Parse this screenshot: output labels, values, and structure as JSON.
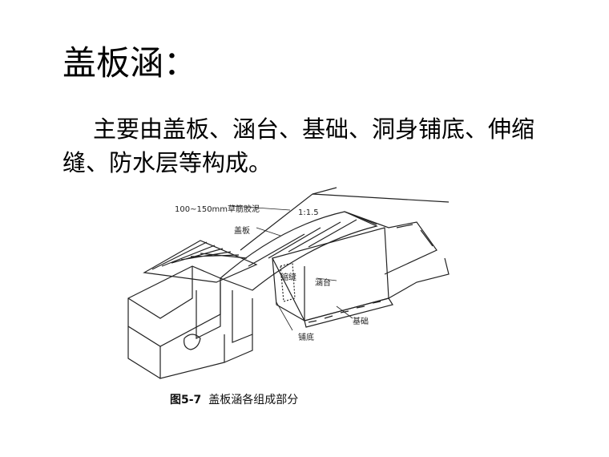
{
  "title": "盖板涵：",
  "body": "主要由盖板、涵台、基础、洞身铺底、伸缩缝、防水层等构成。",
  "figure": {
    "labels": {
      "clay": "100~150mm草筋胶泥",
      "slope": "1:1.5",
      "cover": "盖板",
      "joint": "缩缝",
      "abutment": "涵台",
      "foundation": "基础",
      "floor": "铺底"
    },
    "caption_num": "图5-7",
    "caption_text": "盖板涵各组成部分"
  }
}
